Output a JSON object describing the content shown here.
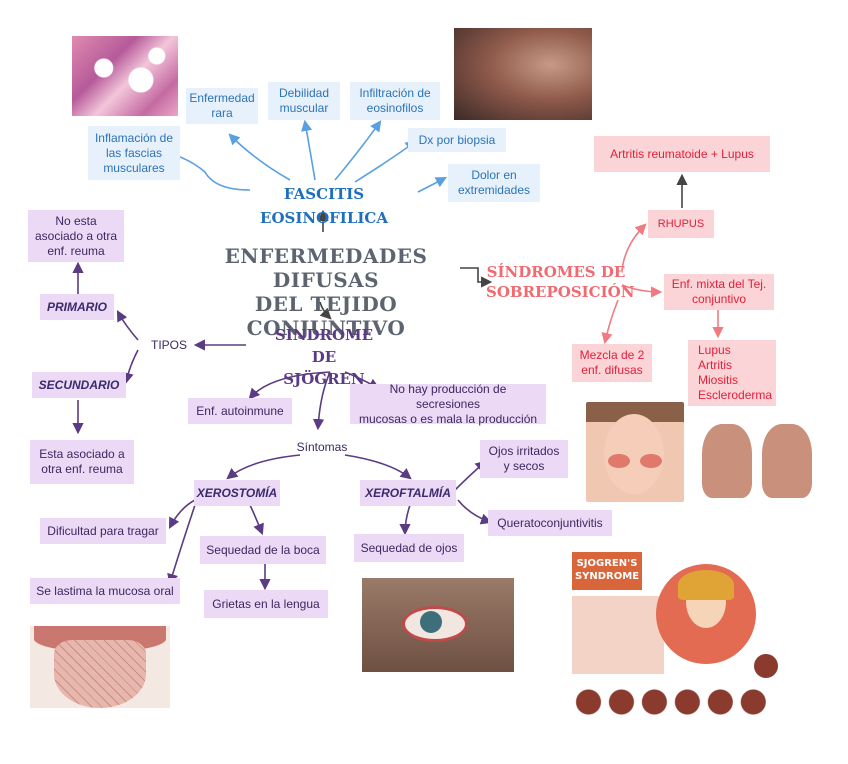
{
  "main_title": "ENFERMEDADES DIFUSAS\nDEL TEJIDO CONJUNTIVO",
  "fascitis": {
    "title": "FASCITIS EOSINOFILICA",
    "inflamacion": "Inflamación de\nlas fascias\nmusculares",
    "rara": "Enfermedad\nrara",
    "debilidad": "Debilidad\nmuscular",
    "infiltracion": "Infiltración de\neosinofilos",
    "biopsia": "Dx por biopsia",
    "dolor": "Dolor en\nextremidades"
  },
  "sobreposicion": {
    "title": "SÍNDROMES DE\nSOBREPOSICIÓN",
    "rhupus": "RHUPUS",
    "artritis_lupus": "Artritis reumatoide + Lupus",
    "enf_mixta": "Enf. mixta del Tej.\nconjuntivo",
    "mezcla": "Mezcla de 2\nenf. difusas",
    "lista": "Lupus\nArtritis\nMiositis\nEscleroderma"
  },
  "sjogren": {
    "title": "SÍNDROME DE\nSJÖGREN",
    "tipos": "TIPOS",
    "primario": "PRIMARIO",
    "secundario": "SECUNDARIO",
    "no_asociado": "No esta\nasociado a otra\nenf. reuma",
    "asociado": "Esta asociado a\notra enf. reuma",
    "autoinmune": "Enf. autoinmune",
    "secreciones": "No hay producción de secresiones\nmucosas o es mala la producción",
    "sintomas": "Síntomas",
    "xerostomia": "XEROSTOMÍA",
    "xeroftalmia": "XEROFTALMÍA",
    "dificultad": "Dificultad para tragar",
    "lastima": "Se lastima la mucosa oral",
    "sequedad_boca": "Sequedad de la boca",
    "grietas": "Grietas en la lengua",
    "sequedad_ojos": "Sequedad de ojos",
    "ojos_irritados": "Ojos irritados\ny secos",
    "queratoconjuntivitis": "Queratoconjuntivitis"
  },
  "infographic": {
    "title": "SJOGREN'S\nSYNDROME"
  },
  "colors": {
    "blue_box": "#e7f1fb",
    "blue_text": "#2d73b8",
    "purple_box": "#ecd9f5",
    "purple_text": "#3c2860",
    "red_box": "#fbd4d7",
    "red_text": "#e2203a",
    "title_gray": "#5d6470"
  }
}
